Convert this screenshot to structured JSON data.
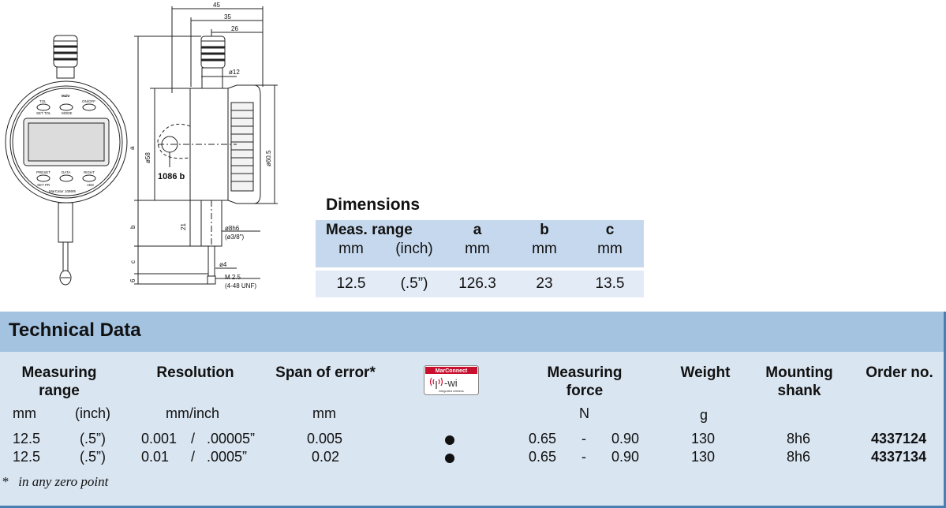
{
  "drawing": {
    "dim_45": "45",
    "dim_35": "35",
    "dim_26": "26",
    "dim_d12": "ø12",
    "dim_d58": "ø58",
    "dim_d60_5": "ø60.5",
    "dim_a": "a",
    "dim_b": "b",
    "dim_c": "c",
    "dim_6": "6",
    "dim_21": "21",
    "dim_d8h6": "ø8h6",
    "dim_d3_8": "(ø3/8\")",
    "dim_d4": "ø4",
    "dim_m2_5": "M 2.5",
    "dim_unf": "(4-48 UNF)",
    "model_callout": "1086 b",
    "gauge_brand": "Mahr",
    "gauge_model": "MarCator 1086Ri",
    "btn_tol": "TOL",
    "btn_on_off": "ON/OFF",
    "btn_set_tol": "SET TOL",
    "btn_mode": "MODE",
    "btn_preset": "PRESET",
    "btn_data": "DATA",
    "btn_right": "RIGHT",
    "btn_set_pr": "SET PR",
    "btn_abs": "ABS"
  },
  "dimensions": {
    "title": "Dimensions",
    "header": {
      "meas_range": "Meas. range",
      "a": "a",
      "b": "b",
      "c": "c"
    },
    "units": [
      "mm",
      "(inch)",
      "mm",
      "mm",
      "mm"
    ],
    "row": [
      "12.5",
      "(.5”)",
      "126.3",
      "23",
      "13.5"
    ]
  },
  "technical": {
    "title": "Technical Data",
    "headers": {
      "measuring_range": "Measuring range",
      "resolution": "Resolution",
      "span_of_error": "Span of error*",
      "measuring_force": "Measuring force",
      "weight": "Weight",
      "mounting_shank": "Mounting shank",
      "order_no": "Order no."
    },
    "badge": {
      "brand": "MarConnect",
      "label": "-wi",
      "sub": "integrated wireless"
    },
    "units": {
      "mm": "mm",
      "inch": "(inch)",
      "resolution": "mm/inch",
      "error": "mm",
      "force": "N",
      "weight": "g"
    },
    "rows": [
      {
        "range_mm": "12.5",
        "range_inch": "(.5”)",
        "res_mm": "0.001",
        "res_sep": "/",
        "res_inch": ".00005”",
        "error": "0.005",
        "force_min": "0.65",
        "force_sep": "-",
        "force_max": "0.90",
        "weight": "130",
        "shank": "8h6",
        "order": "4337124"
      },
      {
        "range_mm": "12.5",
        "range_inch": "(.5”)",
        "res_mm": "0.01",
        "res_sep": "/",
        "res_inch": ".0005”",
        "error": "0.02",
        "force_min": "0.65",
        "force_sep": "-",
        "force_max": "0.90",
        "weight": "130",
        "shank": "8h6",
        "order": "4337134"
      }
    ],
    "footnote_mark": "*",
    "footnote": "in any zero point"
  }
}
